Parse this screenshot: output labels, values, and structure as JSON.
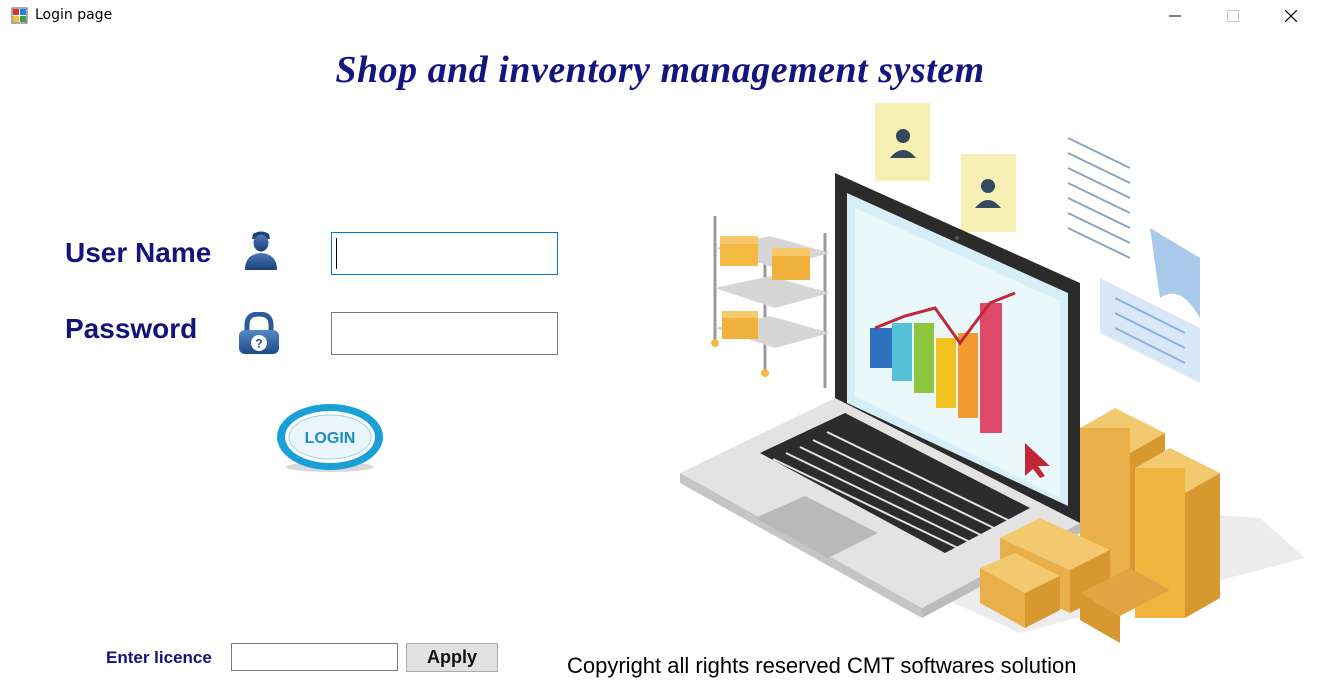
{
  "window": {
    "title": "Login page",
    "controls": [
      "minimize-icon",
      "maximize-icon",
      "close-icon"
    ]
  },
  "header": {
    "title": "Shop and inventory management system",
    "color": "#151580"
  },
  "form": {
    "username_label": "User Name",
    "password_label": "Password",
    "username_value": "",
    "password_value": "",
    "login_button_label": "LOGIN"
  },
  "licence": {
    "label": "Enter licence",
    "value": "",
    "apply_label": "Apply"
  },
  "footer": {
    "copyright": "Copyright all rights reserved CMT softwares solution"
  },
  "icons": {
    "user": "user-icon",
    "lock": "lock-icon",
    "illustration": "laptop-inventory-illustration"
  },
  "colors": {
    "label": "#13137a",
    "login_ring": "#1a9fd6"
  }
}
